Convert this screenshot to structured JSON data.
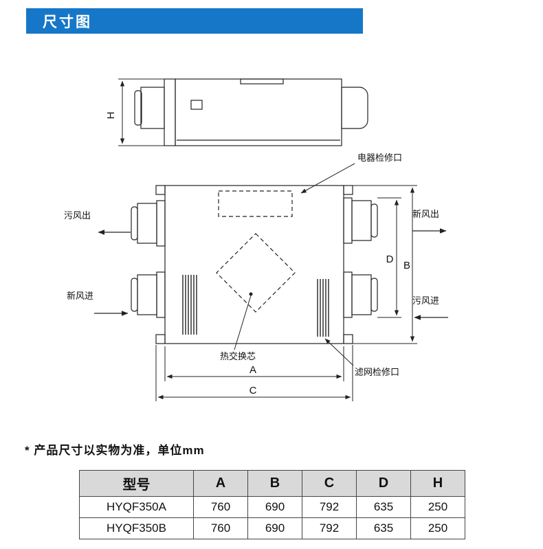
{
  "colors": {
    "banner-bg": "#1677c8",
    "table-header-bg": "#d9d9d9",
    "line": "#222222"
  },
  "header": {
    "title": "尺寸图"
  },
  "diagram": {
    "labels": {
      "electric_access": "电器检修口",
      "dirty_air_out": "污风出",
      "fresh_air_out": "新风出",
      "fresh_air_in": "新风进",
      "dirty_air_in": "污风进",
      "heat_core": "热交换芯",
      "filter_access": "滤网检修口",
      "dim_h": "H",
      "dim_a": "A",
      "dim_b": "B",
      "dim_c": "C",
      "dim_d": "D"
    }
  },
  "note": "* 产品尺寸以实物为准，单位mm",
  "table": {
    "headers": [
      "型号",
      "A",
      "B",
      "C",
      "D",
      "H"
    ],
    "rows": [
      {
        "model": "HYQF350A",
        "values": [
          "760",
          "690",
          "792",
          "635",
          "250"
        ]
      },
      {
        "model": "HYQF350B",
        "values": [
          "760",
          "690",
          "792",
          "635",
          "250"
        ]
      }
    ]
  }
}
